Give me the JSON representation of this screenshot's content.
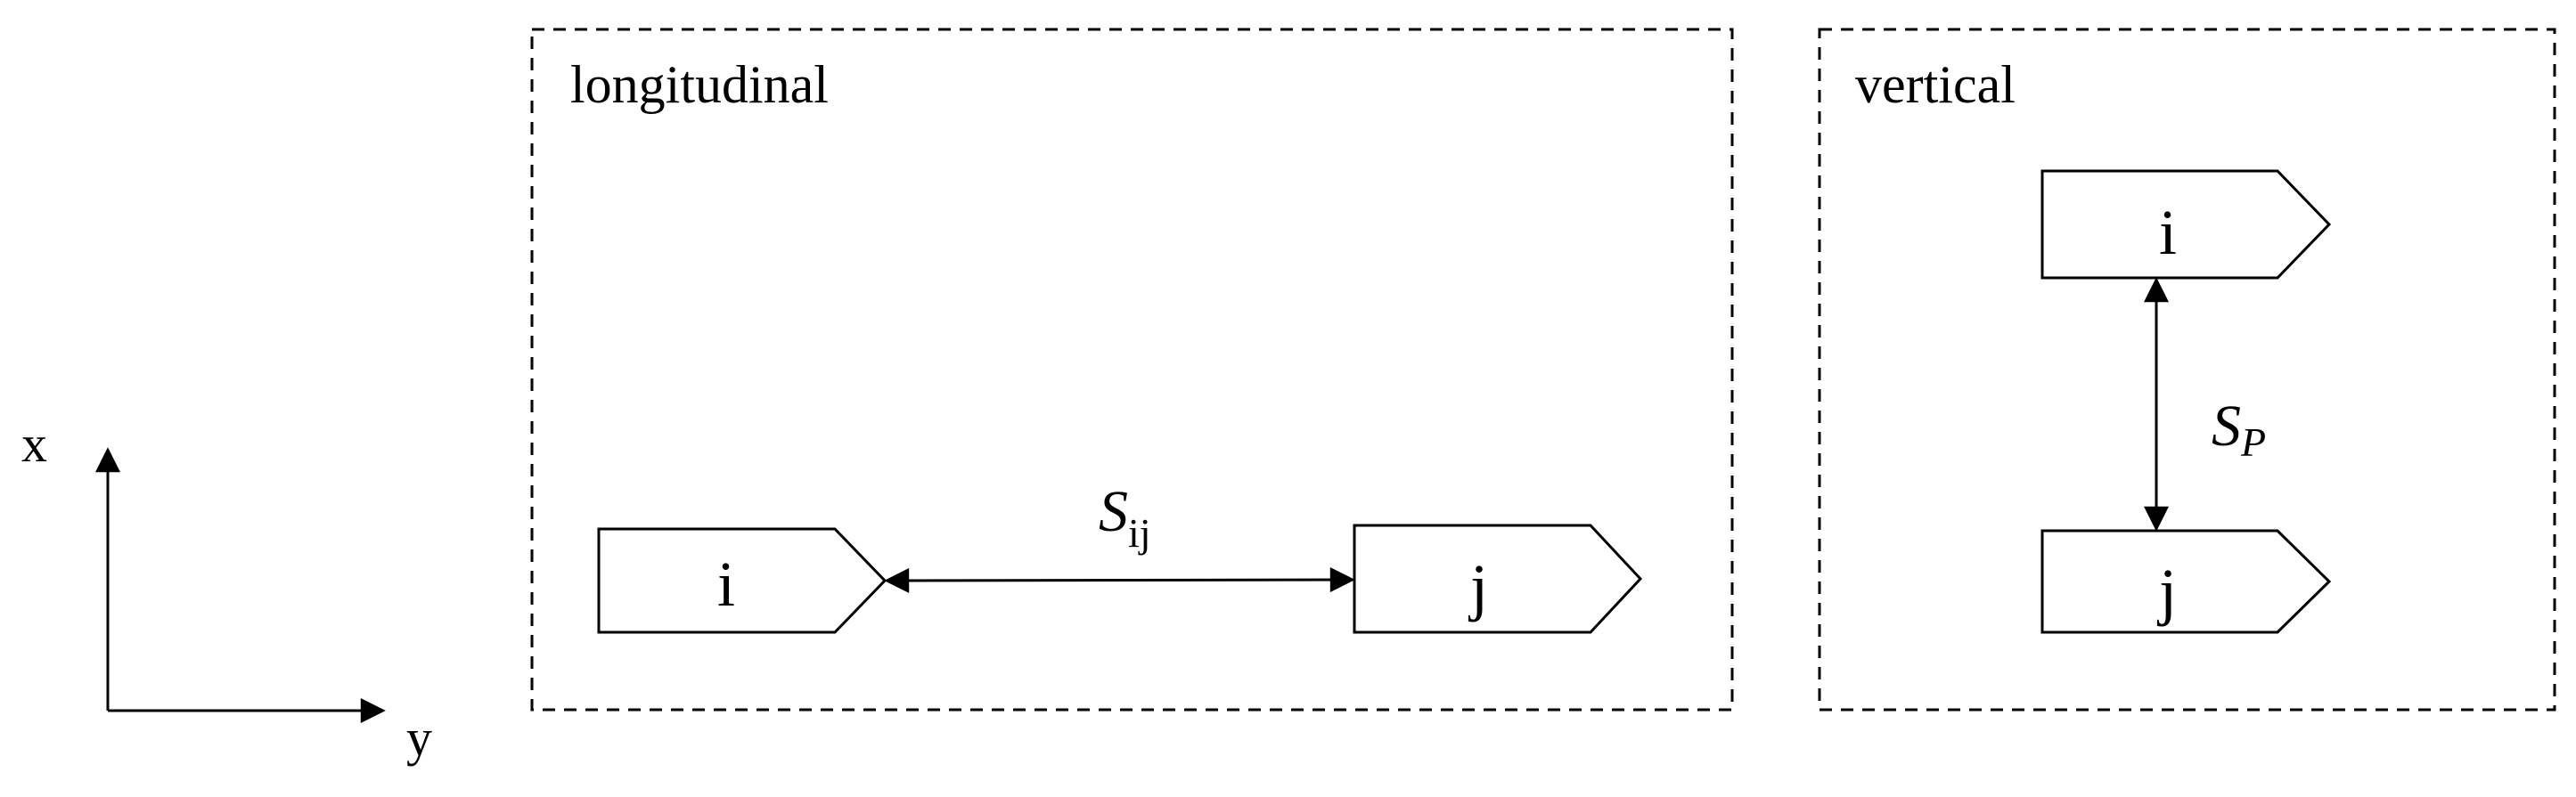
{
  "axes": {
    "x_label": "x",
    "y_label": "y"
  },
  "panels": {
    "longitudinal": {
      "title": "longitudinal",
      "vehicle_a": "i",
      "vehicle_b": "j",
      "spacing_symbol": "S",
      "spacing_subscript": "ij"
    },
    "vertical": {
      "title": "vertical",
      "vehicle_a": "i",
      "vehicle_b": "j",
      "spacing_symbol": "S",
      "spacing_subscript": "P"
    }
  },
  "colors": {
    "stroke": "#000000",
    "background": "#ffffff"
  }
}
